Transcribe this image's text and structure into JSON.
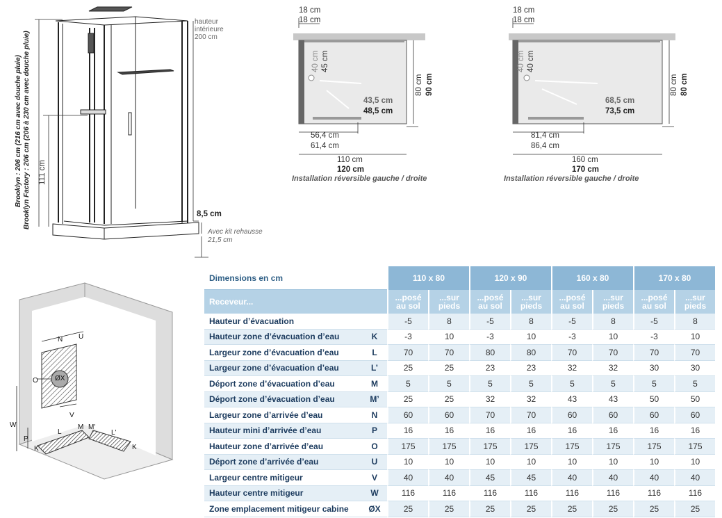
{
  "cabin": {
    "height_label_1": "Brooklyn : 206 cm (216 cm avec douche pluie)",
    "height_label_2": "Brooklyn Factory : 206 cm (206 à 230 cm avec douche pluie)",
    "interior_1": "hauteur",
    "interior_2": "intérieure",
    "interior_3": "200 cm",
    "mixer_height": "111 cm",
    "base_height": "8,5 cm",
    "kit_1": "Avec kit rehausse",
    "kit_2": "21,5 cm"
  },
  "plan_left": {
    "top_1": "18 cm",
    "top_2": "18 cm",
    "side_a": "40 cm",
    "side_b": "45 cm",
    "door_1": "43,5 cm",
    "door_2": "48,5 cm",
    "depth_1": "80 cm",
    "depth_2": "90 cm",
    "fixed_1": "56,4 cm",
    "fixed_2": "61,4 cm",
    "width_1": "110 cm",
    "width_2": "120 cm",
    "caption": "Installation réversible gauche / droite"
  },
  "plan_right": {
    "top_1": "18 cm",
    "top_2": "18 cm",
    "side_a": "40 cm",
    "side_b": "40 cm",
    "door_1": "68,5 cm",
    "door_2": "73,5 cm",
    "depth_1": "80 cm",
    "depth_2": "80 cm",
    "fixed_1": "81,4 cm",
    "fixed_2": "86,4 cm",
    "width_1": "160 cm",
    "width_2": "170 cm",
    "caption": "Installation réversible gauche / droite"
  },
  "wall_diagram": {
    "N": "N",
    "U": "U",
    "O": "O",
    "OX": "ØX",
    "V": "V",
    "W": "W",
    "P": "P",
    "L": "L",
    "M": "M",
    "Mp": "M'",
    "Lp": "L'",
    "K1": "K",
    "K2": "K"
  },
  "table": {
    "title": "Dimensions en cm",
    "receveur": "Receveur...",
    "sizes": [
      "110 x 80",
      "120 x 90",
      "160 x 80",
      "170 x 80"
    ],
    "sub_sol_1": "...posé",
    "sub_sol_2": "au sol",
    "sub_pieds_1": "...sur",
    "sub_pieds_2": "pieds",
    "rows": [
      {
        "label": "Hauteur d’évacuation",
        "code": "",
        "values": [
          "-5",
          "8",
          "-5",
          "8",
          "-5",
          "8",
          "-5",
          "8"
        ]
      },
      {
        "label": "Hauteur zone d’évacuation d’eau",
        "code": "K",
        "values": [
          "-3",
          "10",
          "-3",
          "10",
          "-3",
          "10",
          "-3",
          "10"
        ]
      },
      {
        "label": "Largeur zone d’évacuation d’eau",
        "code": "L",
        "values": [
          "70",
          "70",
          "80",
          "80",
          "70",
          "70",
          "70",
          "70"
        ]
      },
      {
        "label": "Largeur zone d’évacuation d’eau",
        "code": "L’",
        "values": [
          "25",
          "25",
          "23",
          "23",
          "32",
          "32",
          "30",
          "30"
        ]
      },
      {
        "label": "Déport zone d’évacuation d’eau",
        "code": "M",
        "values": [
          "5",
          "5",
          "5",
          "5",
          "5",
          "5",
          "5",
          "5"
        ]
      },
      {
        "label": "Déport zone d’évacuation d’eau",
        "code": "M’",
        "values": [
          "25",
          "25",
          "32",
          "32",
          "43",
          "43",
          "50",
          "50"
        ]
      },
      {
        "label": "Largeur zone d’arrivée d’eau",
        "code": "N",
        "values": [
          "60",
          "60",
          "70",
          "70",
          "60",
          "60",
          "60",
          "60"
        ]
      },
      {
        "label": "Hauteur mini d’arrivée d’eau",
        "code": "P",
        "values": [
          "16",
          "16",
          "16",
          "16",
          "16",
          "16",
          "16",
          "16"
        ]
      },
      {
        "label": "Hauteur zone d’arrivée d’eau",
        "code": "O",
        "values": [
          "175",
          "175",
          "175",
          "175",
          "175",
          "175",
          "175",
          "175"
        ]
      },
      {
        "label": "Déport zone d’arrivée d’eau",
        "code": "U",
        "values": [
          "10",
          "10",
          "10",
          "10",
          "10",
          "10",
          "10",
          "10"
        ]
      },
      {
        "label": "Largeur centre mitigeur",
        "code": "V",
        "values": [
          "40",
          "40",
          "45",
          "45",
          "40",
          "40",
          "40",
          "40"
        ]
      },
      {
        "label": "Hauteur centre mitigeur",
        "code": "W",
        "values": [
          "116",
          "116",
          "116",
          "116",
          "116",
          "116",
          "116",
          "116"
        ]
      },
      {
        "label": "Zone emplacement mitigeur cabine",
        "code": "ØX",
        "values": [
          "25",
          "25",
          "25",
          "25",
          "25",
          "25",
          "25",
          "25"
        ]
      }
    ]
  }
}
